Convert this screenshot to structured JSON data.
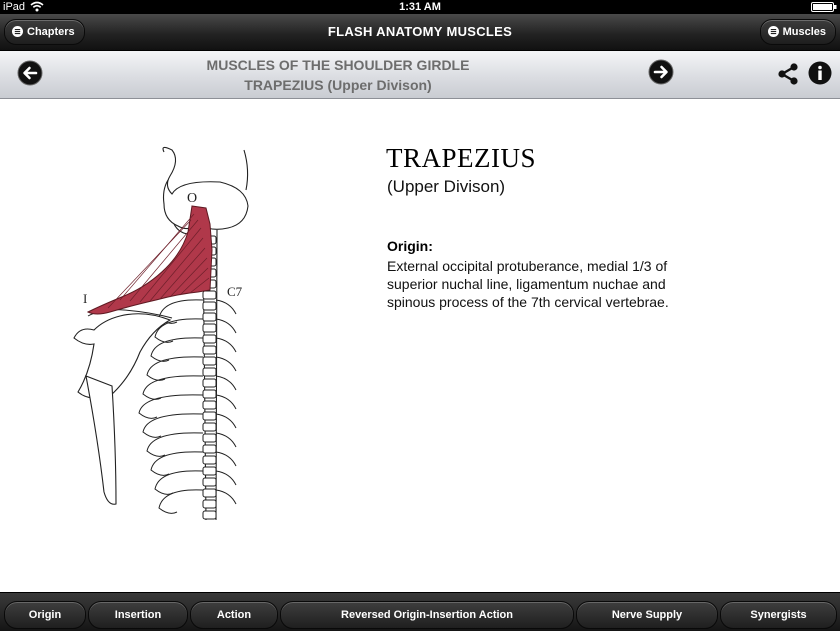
{
  "status_bar": {
    "device": "iPad",
    "time": "1:31 AM"
  },
  "nav": {
    "title": "FLASH ANATOMY MUSCLES",
    "left_button": "Chapters",
    "right_button": "Muscles"
  },
  "sub_header": {
    "line1": "MUSCLES OF THE SHOULDER GIRDLE",
    "line2": "TRAPEZIUS (Upper Divison)"
  },
  "muscle": {
    "name": "TRAPEZIUS",
    "division": "(Upper Divison)",
    "section_label": "Origin:",
    "section_text": "External occipital protuberance, medial 1/3 of superior nuchal line, ligamentum nuchae and spinous process of the 7th cervical vertebrae."
  },
  "figure_labels": {
    "o": "O",
    "i": "I",
    "c7": "C7"
  },
  "tabs": [
    {
      "label": "Origin"
    },
    {
      "label": "Insertion"
    },
    {
      "label": "Action"
    },
    {
      "label": "Reversed Origin-Insertion Action"
    },
    {
      "label": "Nerve Supply"
    },
    {
      "label": "Synergists"
    }
  ],
  "colors": {
    "muscle": "#b0384a",
    "nav_dark": "#1e1e1e",
    "subheader_text": "#6d6d6d"
  }
}
